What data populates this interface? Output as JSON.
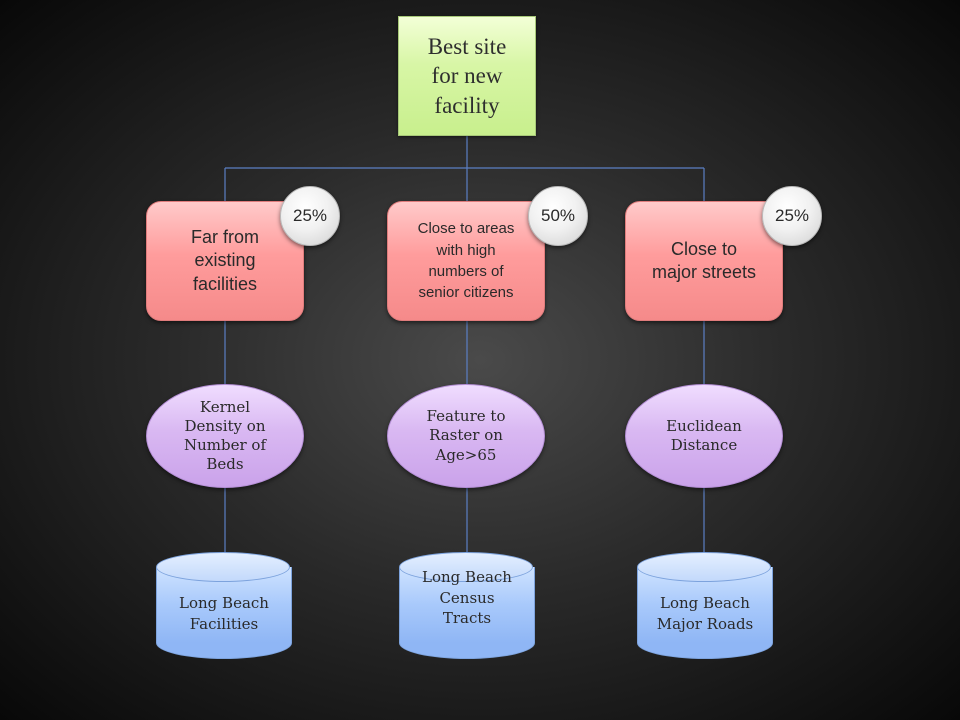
{
  "goal": {
    "lines": [
      "Best site",
      "for new",
      "facility"
    ]
  },
  "criteria": [
    {
      "lines": [
        "Far from",
        "existing",
        "facilities"
      ],
      "weight": "25%"
    },
    {
      "lines": [
        "Close to areas",
        "with high",
        "numbers of",
        "senior citizens"
      ],
      "weight": "50%"
    },
    {
      "lines": [
        "Close to",
        "major streets"
      ],
      "weight": "25%"
    }
  ],
  "processes": [
    {
      "lines": [
        "Kernel",
        "Density on",
        "Number of",
        "Beds"
      ]
    },
    {
      "lines": [
        "Feature to",
        "Raster on",
        "Age>65"
      ]
    },
    {
      "lines": [
        "Euclidean",
        "Distance"
      ]
    }
  ],
  "datasets": [
    {
      "lines": [
        "Long Beach",
        "Facilities"
      ]
    },
    {
      "lines": [
        "Long Beach",
        "Census",
        "Tracts"
      ]
    },
    {
      "lines": [
        "Long Beach",
        "Major Roads"
      ]
    }
  ],
  "colors": {
    "connector": "#5b7fc4",
    "goal_fill": "#d8f6a6",
    "criterion_fill": "#ff9c9c",
    "process_fill": "#d9b8f2",
    "dataset_fill": "#a8c9fb",
    "weight_fill": "#f1f1f1"
  }
}
